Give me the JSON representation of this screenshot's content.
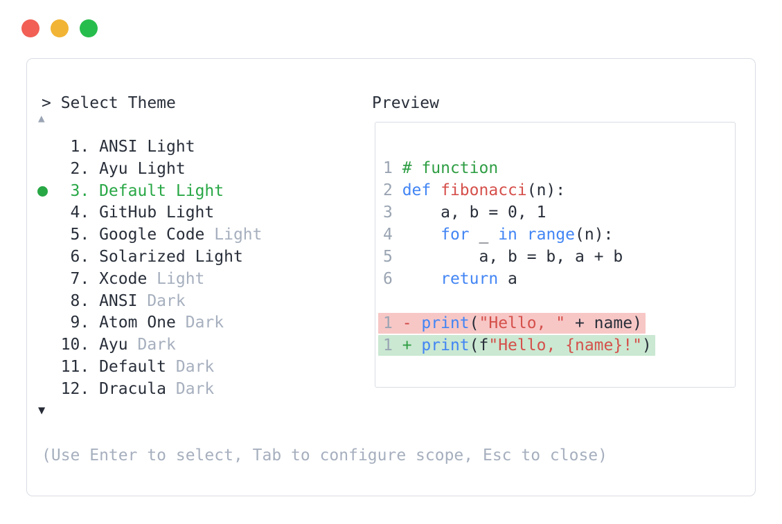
{
  "window": {
    "controls": [
      {
        "name": "close",
        "color": "#f15f55"
      },
      {
        "name": "minimize",
        "color": "#f1b434"
      },
      {
        "name": "zoom",
        "color": "#27bd4c"
      }
    ]
  },
  "prompt": {
    "text": "> Select Theme"
  },
  "scroll": {
    "up_icon": "▲",
    "down_icon": "▼"
  },
  "theme_list": {
    "selected_number": "3",
    "items": [
      {
        "number": "1",
        "name": "ANSI",
        "variant": "Light",
        "variant_dim": false,
        "selected": false
      },
      {
        "number": "2",
        "name": "Ayu",
        "variant": "Light",
        "variant_dim": false,
        "selected": false
      },
      {
        "number": "3",
        "name": "Default",
        "variant": "Light",
        "variant_dim": false,
        "selected": true
      },
      {
        "number": "4",
        "name": "GitHub",
        "variant": "Light",
        "variant_dim": false,
        "selected": false
      },
      {
        "number": "5",
        "name": "Google Code",
        "variant": "Light",
        "variant_dim": true,
        "selected": false
      },
      {
        "number": "6",
        "name": "Solarized",
        "variant": "Light",
        "variant_dim": false,
        "selected": false
      },
      {
        "number": "7",
        "name": "Xcode",
        "variant": "Light",
        "variant_dim": true,
        "selected": false
      },
      {
        "number": "8",
        "name": "ANSI",
        "variant": "Dark",
        "variant_dim": true,
        "selected": false
      },
      {
        "number": "9",
        "name": "Atom One",
        "variant": "Dark",
        "variant_dim": true,
        "selected": false
      },
      {
        "number": "10",
        "name": "Ayu",
        "variant": "Dark",
        "variant_dim": true,
        "selected": false
      },
      {
        "number": "11",
        "name": "Default",
        "variant": "Dark",
        "variant_dim": true,
        "selected": false
      },
      {
        "number": "12",
        "name": "Dracula",
        "variant": "Dark",
        "variant_dim": true,
        "selected": false
      }
    ]
  },
  "preview": {
    "label": "Preview",
    "code_lines": [
      {
        "tokens": [
          [
            "1 ",
            "num"
          ],
          [
            "# function",
            "comment"
          ]
        ]
      },
      {
        "tokens": [
          [
            "2 ",
            "num"
          ],
          [
            "def",
            "kw"
          ],
          [
            " ",
            "fg"
          ],
          [
            "fibonacci",
            "fn"
          ],
          [
            "(n):",
            "fg"
          ]
        ]
      },
      {
        "tokens": [
          [
            "3 ",
            "num"
          ],
          [
            "    a, b = 0, 1",
            "fg"
          ]
        ]
      },
      {
        "tokens": [
          [
            "4 ",
            "num"
          ],
          [
            "    ",
            "fg"
          ],
          [
            "for",
            "kw"
          ],
          [
            " _ ",
            "fg"
          ],
          [
            "in",
            "kw"
          ],
          [
            " ",
            "fg"
          ],
          [
            "range",
            "kw"
          ],
          [
            "(n):",
            "fg"
          ]
        ]
      },
      {
        "tokens": [
          [
            "5 ",
            "num"
          ],
          [
            "        a, b = b, a + b",
            "fg"
          ]
        ]
      },
      {
        "tokens": [
          [
            "6 ",
            "num"
          ],
          [
            "    ",
            "fg"
          ],
          [
            "return",
            "kw"
          ],
          [
            " a",
            "fg"
          ]
        ]
      }
    ],
    "diff_lines": [
      {
        "type": "removed",
        "tokens": [
          [
            "1 ",
            "num"
          ],
          [
            "- ",
            "del"
          ],
          [
            "print",
            "kw"
          ],
          [
            "(",
            "fg"
          ],
          [
            "\"Hello, \"",
            "str"
          ],
          [
            " + name)",
            "fg"
          ]
        ]
      },
      {
        "type": "added",
        "tokens": [
          [
            "1 ",
            "num"
          ],
          [
            "+ ",
            "ins"
          ],
          [
            "print",
            "kw"
          ],
          [
            "(f",
            "fg"
          ],
          [
            "\"Hello, {name}!\"",
            "str"
          ],
          [
            ")",
            "fg"
          ]
        ]
      }
    ]
  },
  "help_text": "(Use Enter to select, Tab to configure scope, Esc to close)",
  "colors": {
    "fg": "#282e39",
    "dim_text": "#a6afbe",
    "line_number": "#9aa4b2",
    "selection_green": "#28a745",
    "comment_green": "#2f9e44",
    "keyword_blue": "#4285f4",
    "string_red": "#d5504b",
    "diff_removed_marker": "#cf4742",
    "diff_added_marker": "#2f9e44",
    "diff_removed_bg": "#f7c7c6",
    "diff_added_bg": "#cae8d2",
    "border": "#d8dce3",
    "scroll_up_arrow": "#9aa4b4",
    "scroll_down_arrow": "#262b36"
  }
}
